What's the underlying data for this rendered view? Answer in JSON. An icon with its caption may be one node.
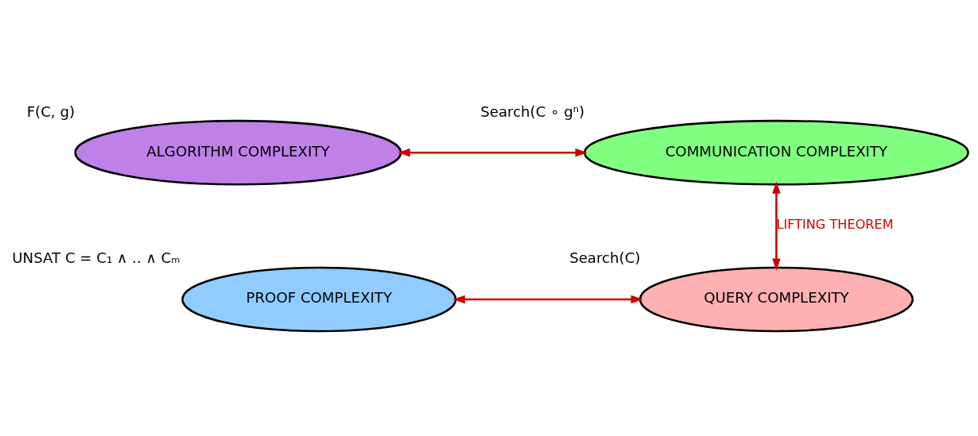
{
  "diagram": {
    "nodes": [
      {
        "text": [
          "ALGORITHM COMPLEXITY"
        ],
        "beside": [
          "F(C, g)"
        ]
      },
      {
        "text": [
          "COMMUNICATION COMPLEXITY"
        ],
        "beside": [
          "Search(C ∘ gⁿ)"
        ]
      },
      {
        "text": [
          "PROOF COMPLEXITY"
        ],
        "beside": [
          "UNSAT C = C₁ ∧ .. ∧ Cₘ"
        ]
      },
      {
        "text": [
          "QUERY COMPLEXITY"
        ],
        "beside": [
          "Search(C)"
        ]
      }
    ],
    "edges": [
      {
        "from": 0,
        "to": 1,
        "arrow": "both",
        "color": "#cc0000"
      },
      {
        "from": 1,
        "to": 3,
        "arrow": "both",
        "label": "LIFTING THEOREM",
        "color": "#cc0000"
      },
      {
        "from": 2,
        "to": 3,
        "arrow": "both",
        "color": "#cc0000"
      }
    ]
  }
}
